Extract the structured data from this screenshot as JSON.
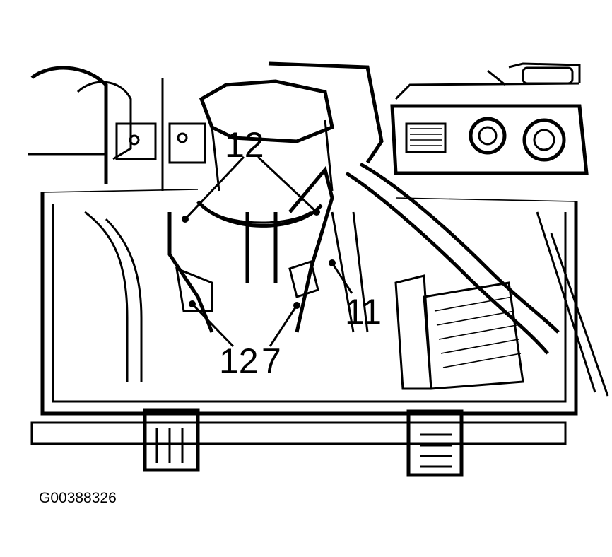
{
  "figure_id": "G00388326",
  "callouts": [
    "12",
    "12",
    "11",
    "12",
    "7"
  ]
}
